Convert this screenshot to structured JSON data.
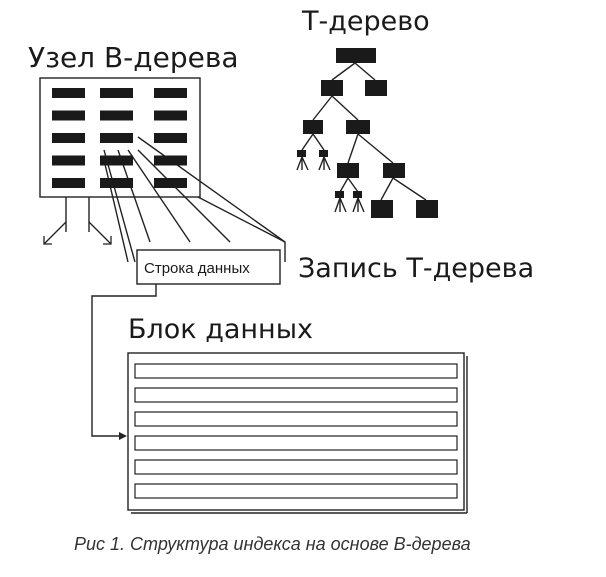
{
  "labels": {
    "bnode": "Узел В-дерева",
    "ttree": "Т-дерево",
    "trecord": "Запись Т-дерева",
    "datablock": "Блок данных",
    "datarow": "Строка данных"
  },
  "caption": "Рис 1. Структура индекса на основе В-дерева",
  "bnode_grid": {
    "rows": 5,
    "cols": 3
  },
  "datablock_rows": 6
}
